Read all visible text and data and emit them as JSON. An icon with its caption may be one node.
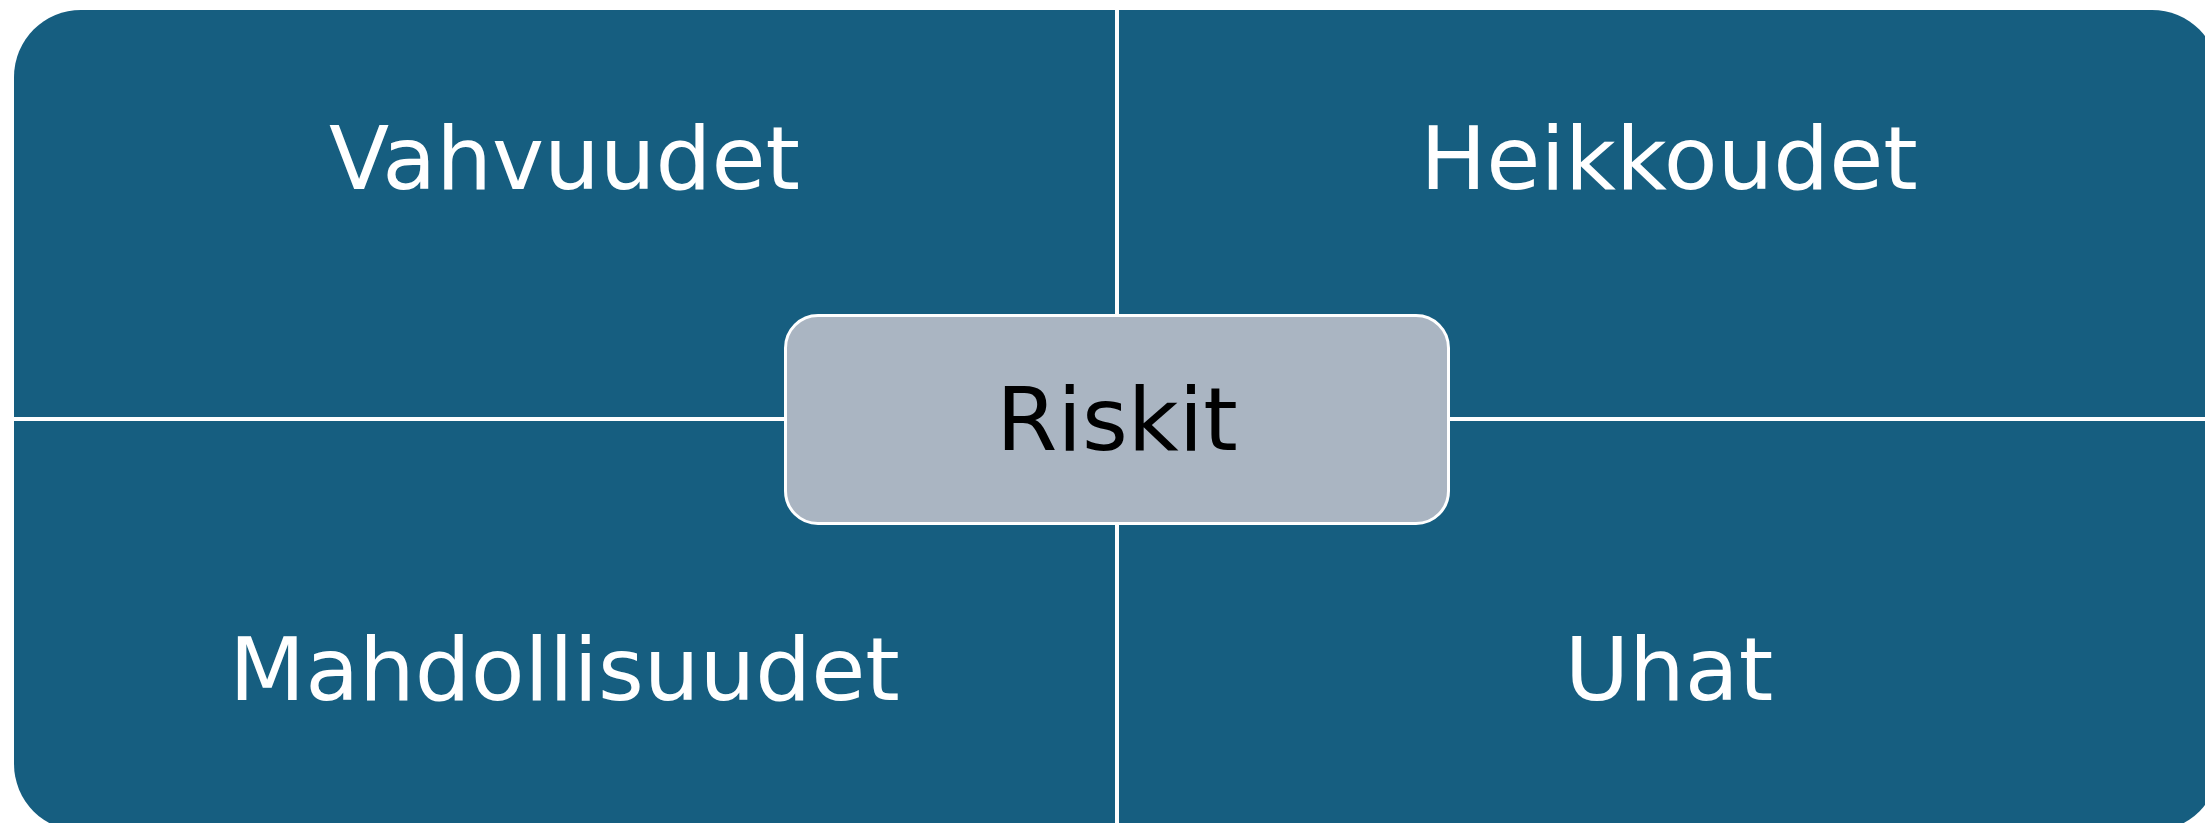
{
  "diagram": {
    "nodes": [
      {
        "text": [
          "Vahvuudet"
        ]
      },
      {
        "text": [
          "Heikkoudet"
        ]
      },
      {
        "text": [
          "Mahdollisuudet"
        ]
      },
      {
        "text": [
          "Uhat"
        ]
      },
      {
        "text": [
          "Riskit"
        ]
      }
    ],
    "edges": []
  }
}
